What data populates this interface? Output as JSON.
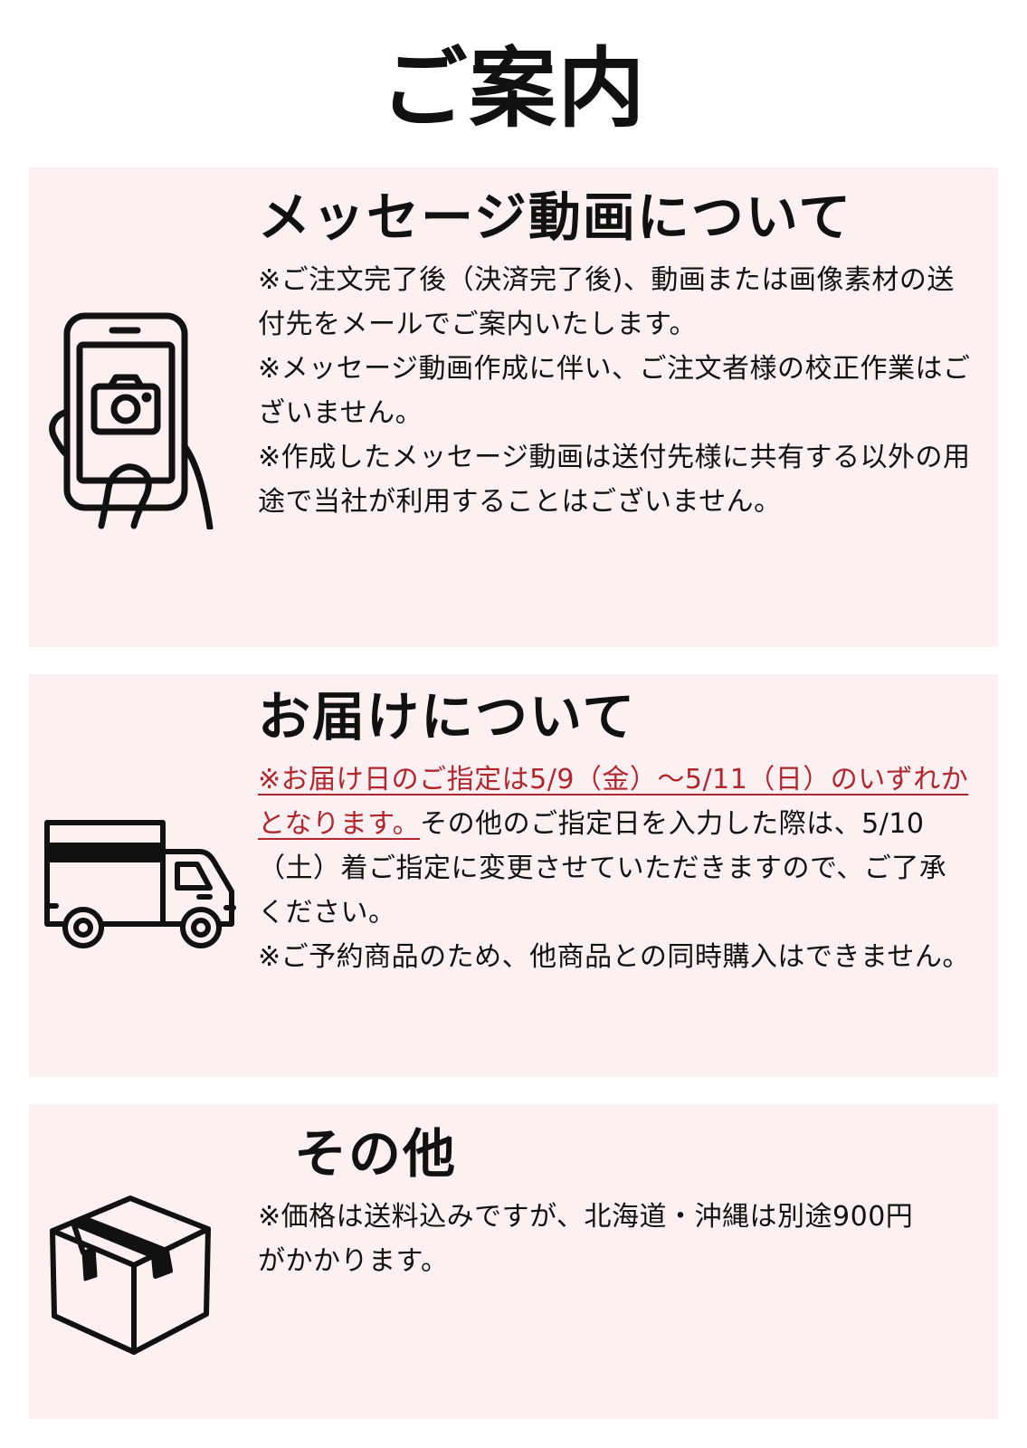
{
  "title": "ご案内",
  "sections": [
    {
      "heading": "メッセージ動画について",
      "icon": "smartphone-camera-icon",
      "paragraphs": [
        "※ご注文完了後（決済完了後)、動画または画像素材の送付先をメールでご案内いたします。",
        "※メッセージ動画作成に伴い、ご注文者様の校正作業はございません。",
        "※作成したメッセージ動画は送付先様に共有する以外の用途で当社が利用することはございません。"
      ]
    },
    {
      "heading": "お届けについて",
      "icon": "delivery-truck-icon",
      "emphasis": "※お届け日のご指定は5/9（金）～5/11（日）のいずれかとなります。",
      "paragraph_continued": "その他のご指定日を入力した際は、5/10（土）着ご指定に変更させていただきますので、ご了承ください。",
      "paragraphs": [
        "※ご予約商品のため、他商品との同時購入はできません。"
      ]
    },
    {
      "heading": "その他",
      "icon": "cardboard-box-icon",
      "paragraphs": [
        "※価格は送料込みですが、北海道・沖縄は別途900円がかかります。"
      ]
    }
  ],
  "colors": {
    "panel_background": "#fdf0f2",
    "text": "#111111",
    "emphasis": "#b0282e"
  }
}
